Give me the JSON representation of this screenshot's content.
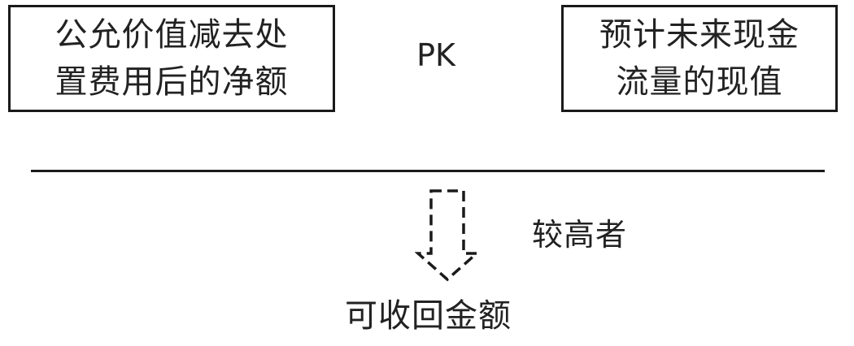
{
  "comparison": {
    "left_box": {
      "line1": "公允价值减去处",
      "line2": "置费用后的净额"
    },
    "vs_label": "PK",
    "right_box": {
      "line1": "预计未来现金",
      "line2": "流量的现值"
    }
  },
  "outcome": {
    "rule_label": "较高者",
    "result_label": "可收回金额",
    "arrow_icon": "dashed-down-arrow-icon"
  },
  "colors": {
    "line": "#1a1a1a",
    "text": "#222222",
    "background": "#ffffff"
  }
}
